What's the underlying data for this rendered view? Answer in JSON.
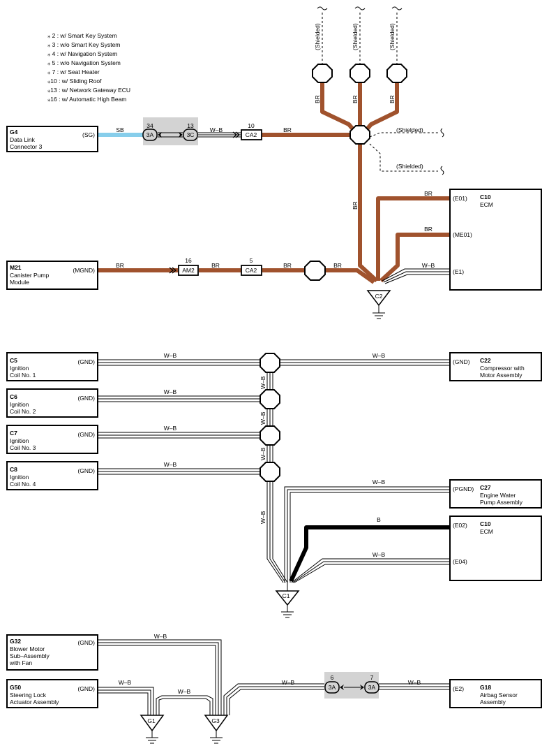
{
  "notes": [
    "⁎ 2 : w/ Smart Key System",
    "⁎ 3 : w/o Smart Key System",
    "⁎ 4 : w/ Navigation System",
    "⁎ 5 : w/o Navigation System",
    "⁎ 7 : w/ Seat Heater",
    "⁎10 : w/ Sliding Roof",
    "⁎13 : w/ Network Gateway ECU",
    "⁎16 : w/ Automatic High Beam"
  ],
  "colors": {
    "br": "#a0522d",
    "sb": "#87ceeb",
    "black": "#000000",
    "connector_bg": "#d3d3d3"
  },
  "components": {
    "g4": {
      "code": "G4",
      "name1": "Data Link",
      "name2": "Connector 3",
      "pin": "(SG)"
    },
    "m21": {
      "code": "M21",
      "name1": "Canister Pump",
      "name2": "Module",
      "pin": "(MGND)"
    },
    "c10a": {
      "code": "C10",
      "name1": "ECM",
      "pin1": "(E01)",
      "pin2": "(ME01)",
      "pin3": "(E1)"
    },
    "c5": {
      "code": "C5",
      "name1": "Ignition",
      "name2": "Coil No.  1",
      "pin": "(GND)"
    },
    "c6": {
      "code": "C6",
      "name1": "Ignition",
      "name2": "Coil No.  2",
      "pin": "(GND)"
    },
    "c7": {
      "code": "C7",
      "name1": "Ignition",
      "name2": "Coil No.  3",
      "pin": "(GND)"
    },
    "c8": {
      "code": "C8",
      "name1": "Ignition",
      "name2": "Coil No.  4",
      "pin": "(GND)"
    },
    "c22": {
      "code": "C22",
      "name1": "Compressor with",
      "name2": "Motor Assembly",
      "pin": "(GND)"
    },
    "c27": {
      "code": "C27",
      "name1": "Engine Water",
      "name2": "Pump Assembly",
      "pin": "(PGND)"
    },
    "c10b": {
      "code": "C10",
      "name1": "ECM",
      "pin1": "(E02)",
      "pin2": "(E04)"
    },
    "g32": {
      "code": "G32",
      "name1": "Blower Motor",
      "name2": "Sub–Assembly",
      "name3": "with Fan",
      "pin": "(GND)"
    },
    "g50": {
      "code": "G50",
      "name1": "Steering Lock",
      "name2": "Actuator Assembly",
      "pin": "(GND)"
    },
    "g18": {
      "code": "G18",
      "name1": "Airbag Sensor",
      "name2": "Assembly",
      "pin": "(E2)"
    }
  },
  "grounds": {
    "c2": "C2",
    "c1": "C1",
    "g1": "G1",
    "g3": "G3"
  },
  "connectors": {
    "j3a_top": {
      "pin": "34",
      "id": "3A"
    },
    "j3c_top": {
      "pin": "13",
      "id": "3C"
    },
    "ca2_top": {
      "pin": "10",
      "id": "CA2"
    },
    "am2": {
      "pin": "16",
      "id": "AM2"
    },
    "ca2_mid": {
      "pin": "5",
      "id": "CA2"
    },
    "j3a_bot_left": {
      "pin": "6",
      "id": "3A"
    },
    "j3a_bot_right": {
      "pin": "7",
      "id": "3A"
    }
  },
  "wire_labels": {
    "sb": "SB",
    "wb": "W–B",
    "br": "BR",
    "b": "B",
    "shielded": "(Shielded)"
  }
}
